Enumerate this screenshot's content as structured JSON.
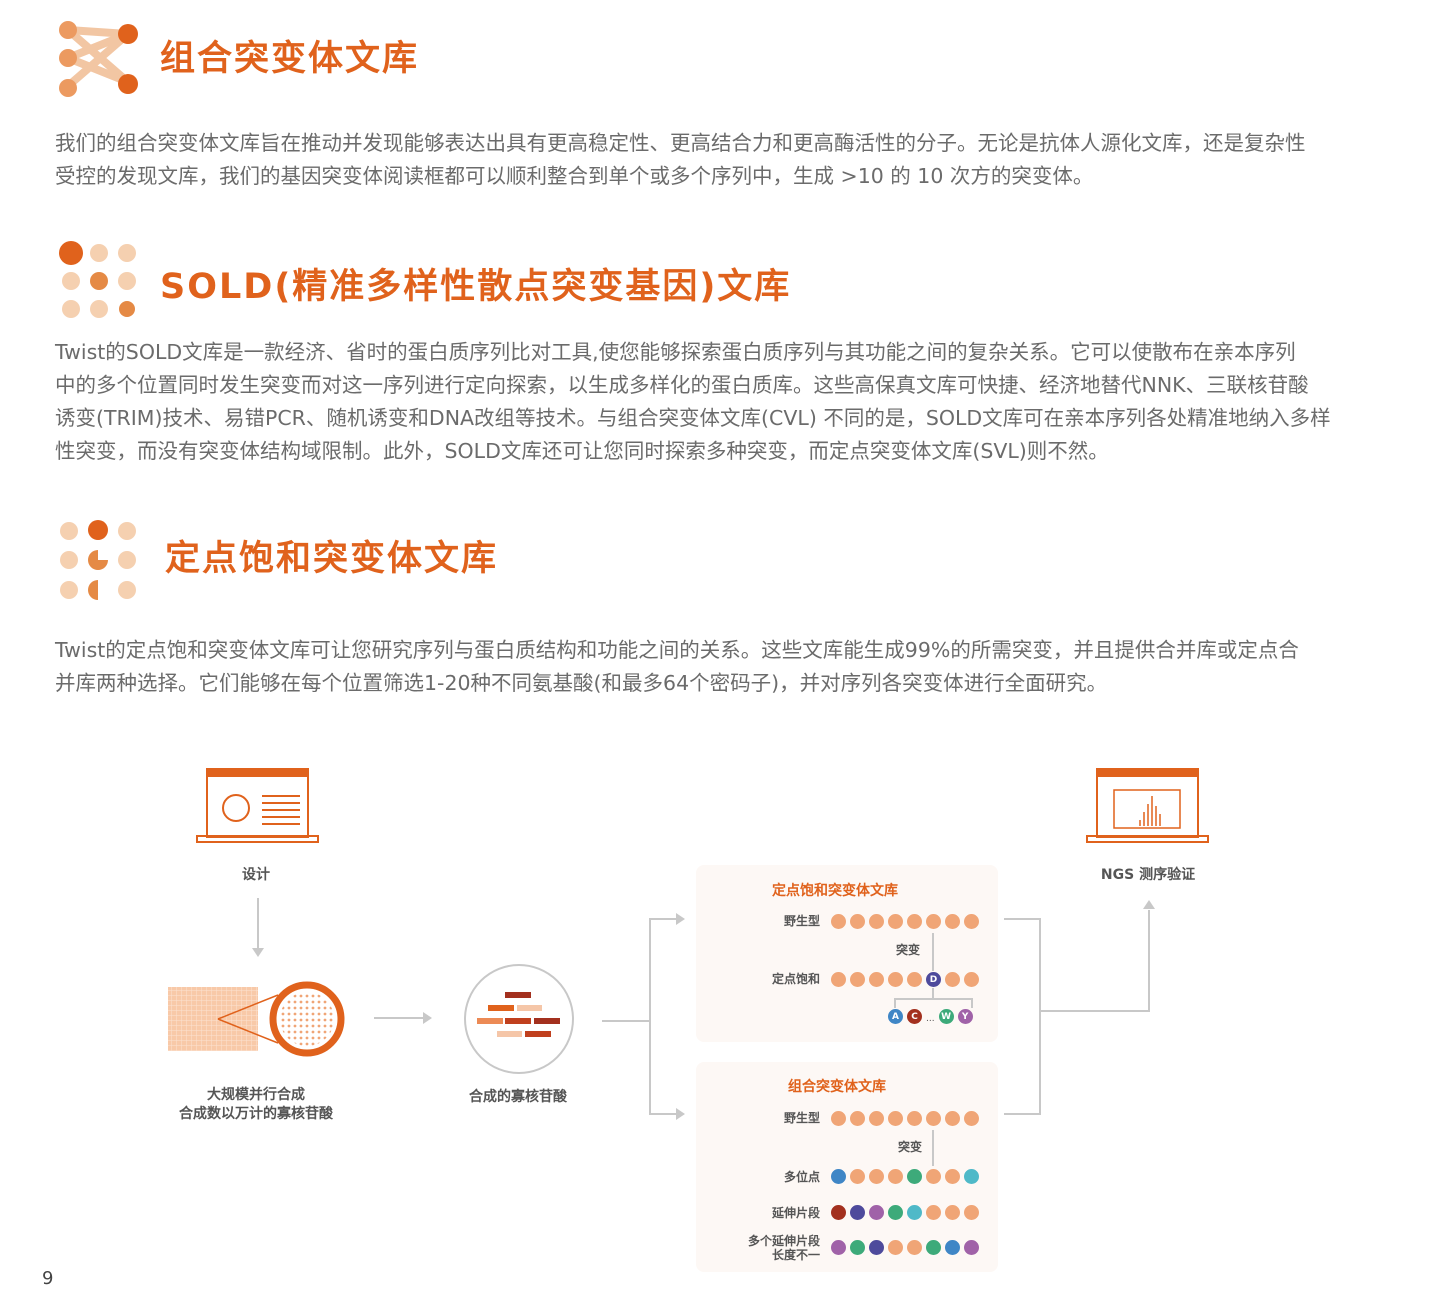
{
  "sections": [
    {
      "title": "组合突变体文库",
      "lines": [
        "我们的组合突变体文库旨在推动并发现能够表达出具有更高稳定性、更高结合力和更高酶活性的分子。无论是抗体人源化文库，还是复杂性",
        "受控的发现文库，我们的基因突变体阅读框都可以顺利整合到单个或多个序列中，生成 >10 的 10 次方的突变体。"
      ]
    },
    {
      "title": "SOLD(精准多样性散点突变基因)文库",
      "lines": [
        "Twist的SOLD文库是一款经济、省时的蛋白质序列比对工具,使您能够探索蛋白质序列与其功能之间的复杂关系。它可以使散布在亲本序列",
        "中的多个位置同时发生突变而对这一序列进行定向探索，以生成多样化的蛋白质库。这些高保真文库可快捷、经济地替代NNK、三联核苷酸",
        "诱变(TRIM)技术、易错PCR、随机诱变和DNA改组等技术。与组合突变体文库(CVL) 不同的是，SOLD文库可在亲本序列各处精准地纳入多样",
        "性突变，而没有突变体结构域限制。此外，SOLD文库还可让您同时探索多种突变，而定点突变体文库(SVL)则不然。"
      ]
    },
    {
      "title": "定点饱和突变体文库",
      "lines": [
        "Twist的定点饱和突变体文库可让您研究序列与蛋白质结构和功能之间的关系。这些文库能生成99%的所需突变，并且提供合并库或定点合",
        "并库两种选择。它们能够在每个位置筛选1-20种不同氨基酸(和最多64个密码子)，并对序列各突变体进行全面研究。"
      ]
    }
  ],
  "diagram": {
    "design": "设计",
    "synthesis": [
      "大规模并行合成",
      "合成数以万计的寡核苷酸"
    ],
    "oligos": "合成的寡核苷酸",
    "ngs": "NGS 测序验证",
    "ssm": {
      "title": "定点饱和突变体文库",
      "wild": "野生型",
      "mutate": "突变",
      "sat": "定点饱和",
      "D": "D",
      "A": "A",
      "C": "C",
      "ellipsis": "...",
      "W": "W",
      "Y": "Y"
    },
    "cvl": {
      "title": "组合突变体文库",
      "wild": "野生型",
      "mutate": "突变",
      "multi": "多位点",
      "ext": "延伸片段",
      "multiext1": "多个延伸片段",
      "multiext2": "长度不一"
    }
  },
  "colors": {
    "accent": "#e0621c",
    "peach": "#f0a576",
    "blue": "#3f86c6",
    "darkred": "#a3301e",
    "indigo": "#4e4a9c",
    "purple": "#a062a8",
    "green": "#3daa7a",
    "teal": "#4fb9c8"
  },
  "rows": {
    "multi": [
      "blue",
      "peach",
      "peach",
      "peach",
      "green",
      "peach",
      "peach",
      "teal"
    ],
    "ext": [
      "darkred",
      "indigo",
      "purple",
      "green",
      "teal",
      "peach",
      "peach",
      "peach"
    ],
    "multiext": [
      "purple",
      "green",
      "indigo",
      "peach",
      "peach",
      "green",
      "blue",
      "purple"
    ]
  },
  "page_number": "9"
}
